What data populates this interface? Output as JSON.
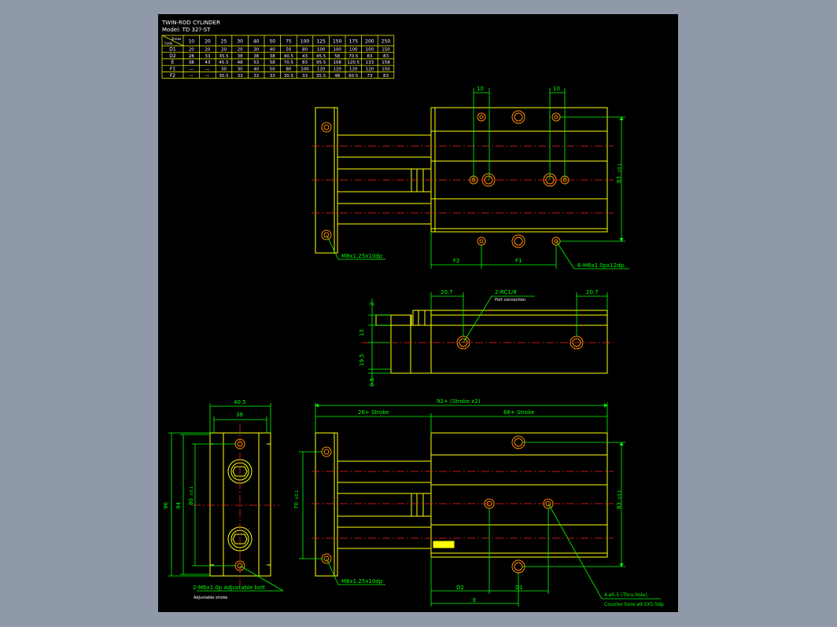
{
  "title_block": {
    "title": "TWIN-ROD CYLINDER",
    "model": "Model: TD 32?-ST"
  },
  "spec_table": {
    "corner_top": "Stroke",
    "corner_bottom": "Code",
    "strokes": [
      "10",
      "20",
      "25",
      "30",
      "40",
      "50",
      "75",
      "100",
      "125",
      "150",
      "175",
      "200",
      "250"
    ],
    "rows": [
      {
        "code": "D1",
        "values": [
          "20",
          "20",
          "20",
          "20",
          "30",
          "40",
          "50",
          "80",
          "100",
          "100",
          "100",
          "100",
          "150"
        ]
      },
      {
        "code": "D2",
        "values": [
          "28",
          "33",
          "35.5",
          "38",
          "38",
          "38",
          "40.5",
          "43",
          "45.5",
          "58",
          "70.5",
          "83",
          "83"
        ]
      },
      {
        "code": "E",
        "values": [
          "38",
          "43",
          "45.5",
          "48",
          "53",
          "58",
          "70.5",
          "83",
          "95.5",
          "108",
          "120.5",
          "133",
          "158"
        ]
      },
      {
        "code": "F1",
        "values": [
          "—",
          "—",
          "30",
          "30",
          "40",
          "50",
          "80",
          "100",
          "120",
          "120",
          "120",
          "120",
          "150"
        ]
      },
      {
        "code": "F2",
        "values": [
          "—",
          "—",
          "30.5",
          "33",
          "33",
          "33",
          "30.5",
          "33",
          "35.5",
          "48",
          "60.5",
          "73",
          "83"
        ]
      }
    ]
  },
  "top_view": {
    "dim_10_left": "10",
    "dim_10_right": "10",
    "dim_83": "83",
    "tol_83": "±0.1",
    "dim_f2": "F2",
    "dim_f1": "F1",
    "callout_m8": "M8x1.25x10dp",
    "callout_m6": "6-M6x1.0px12dp."
  },
  "side_view": {
    "dim_20_7_left": "20.7",
    "dim_20_7_right": "20.7",
    "port_label": "2-RC1/8",
    "port_sub": "Port connection",
    "dim_2": "2",
    "dim_13": "13",
    "dim_19_5": "19.5",
    "dim_0_5": "0.5"
  },
  "end_view": {
    "dim_40_5": "40.5",
    "dim_38": "38",
    "dim_96": "96",
    "dim_94": "94",
    "dim_80": "80",
    "tol_80": "±0.1",
    "callout_bolt": "2-M6x1.0p Adjustable bolt",
    "callout_stroke": "Adjustable stroke"
  },
  "bottom_view": {
    "dim_overall": "92+ (Stroke x2)",
    "dim_26": "26+ Stroke",
    "dim_66": "66+ Stroke",
    "dim_70": "70",
    "tol_70": "±0.1",
    "dim_83": "83",
    "tol_83": "±0.1",
    "dim_d2": "D2",
    "dim_d1": "D1",
    "dim_e": "E",
    "callout_m8": "M8x1.25x10dp",
    "callout_holes": "4-ø5.5 (Thru-hole),",
    "callout_counterbore": "Counter bore ø9.5X5.5dp"
  },
  "colors": {
    "background": "#000000",
    "part": "#ffff00",
    "dimension": "#00ff00",
    "centerline": "#ff0000",
    "text": "#ffffff",
    "hole": "#ff8c00"
  }
}
